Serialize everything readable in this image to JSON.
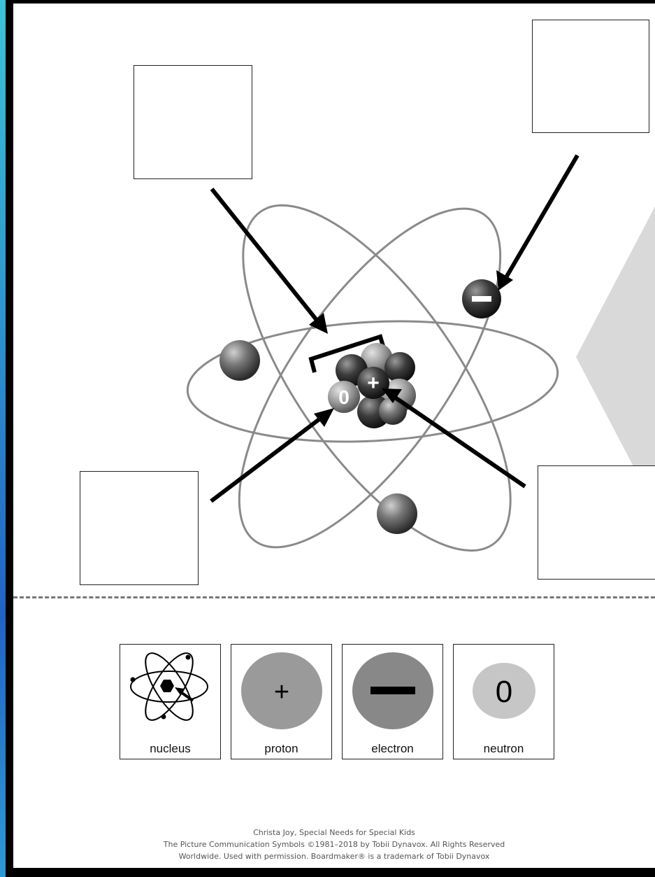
{
  "cards": {
    "nucleus": "nucleus",
    "proton": "proton",
    "electron": "electron",
    "neutron": "neutron",
    "proton_symbol": "+",
    "neutron_symbol": "0"
  },
  "diagram": {
    "neutron_mark": "0",
    "proton_mark": "+"
  },
  "credits": {
    "line1": "Christa Joy, Special Needs for Special Kids",
    "line2": "The Picture Communication Symbols ©1981–2018 by Tobii Dynavox. All Rights Reserved",
    "line3": "Worldwide. Used with permission.  Boardmaker® is a trademark of Tobii Dynavox"
  }
}
